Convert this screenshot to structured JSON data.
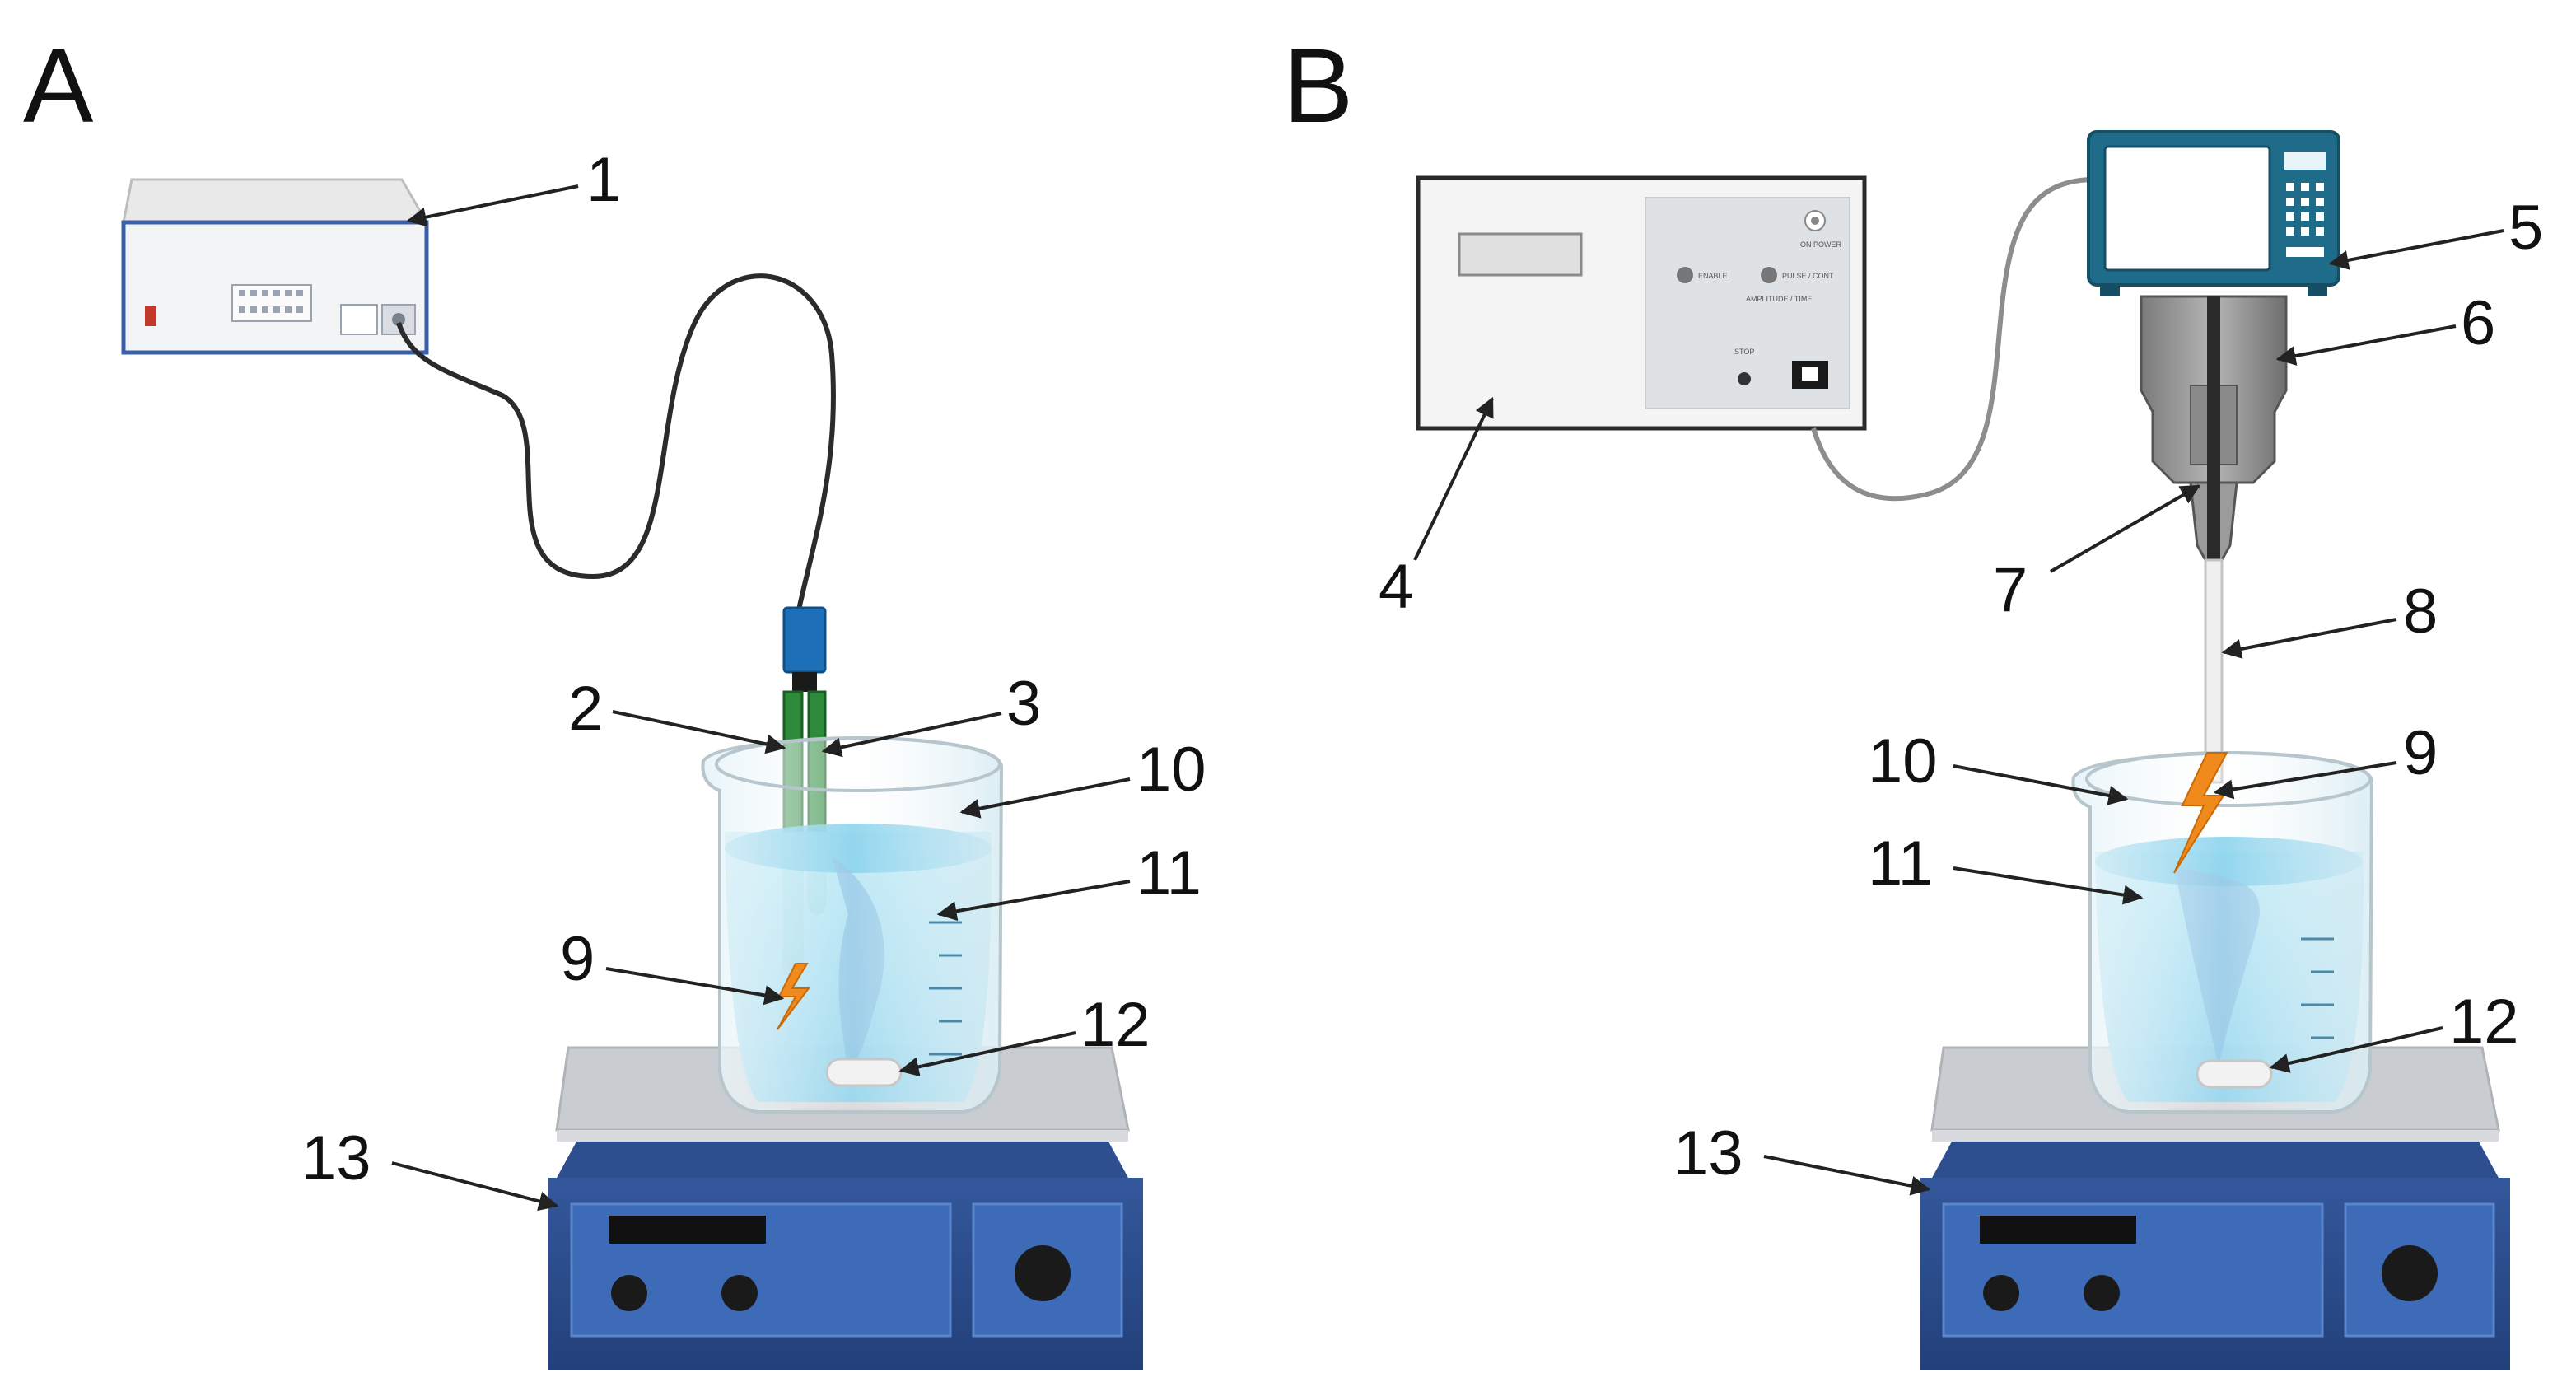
{
  "figure": {
    "panels": [
      "A",
      "B"
    ],
    "callouts_a": [
      "1",
      "2",
      "3",
      "9",
      "10",
      "11",
      "12",
      "13"
    ],
    "callouts_b": [
      "4",
      "5",
      "6",
      "7",
      "8",
      "9",
      "10",
      "11",
      "12",
      "13"
    ]
  },
  "colors": {
    "stirrer_blue": "#2c4b8a",
    "stirrer_panel": "#3a66b5",
    "water": "#8fd6ee",
    "electrode_green": "#1b6b2a",
    "spark_orange": "#f08a1c",
    "generator_teal": "#1e6b8a",
    "device_grey": "#efefef"
  }
}
